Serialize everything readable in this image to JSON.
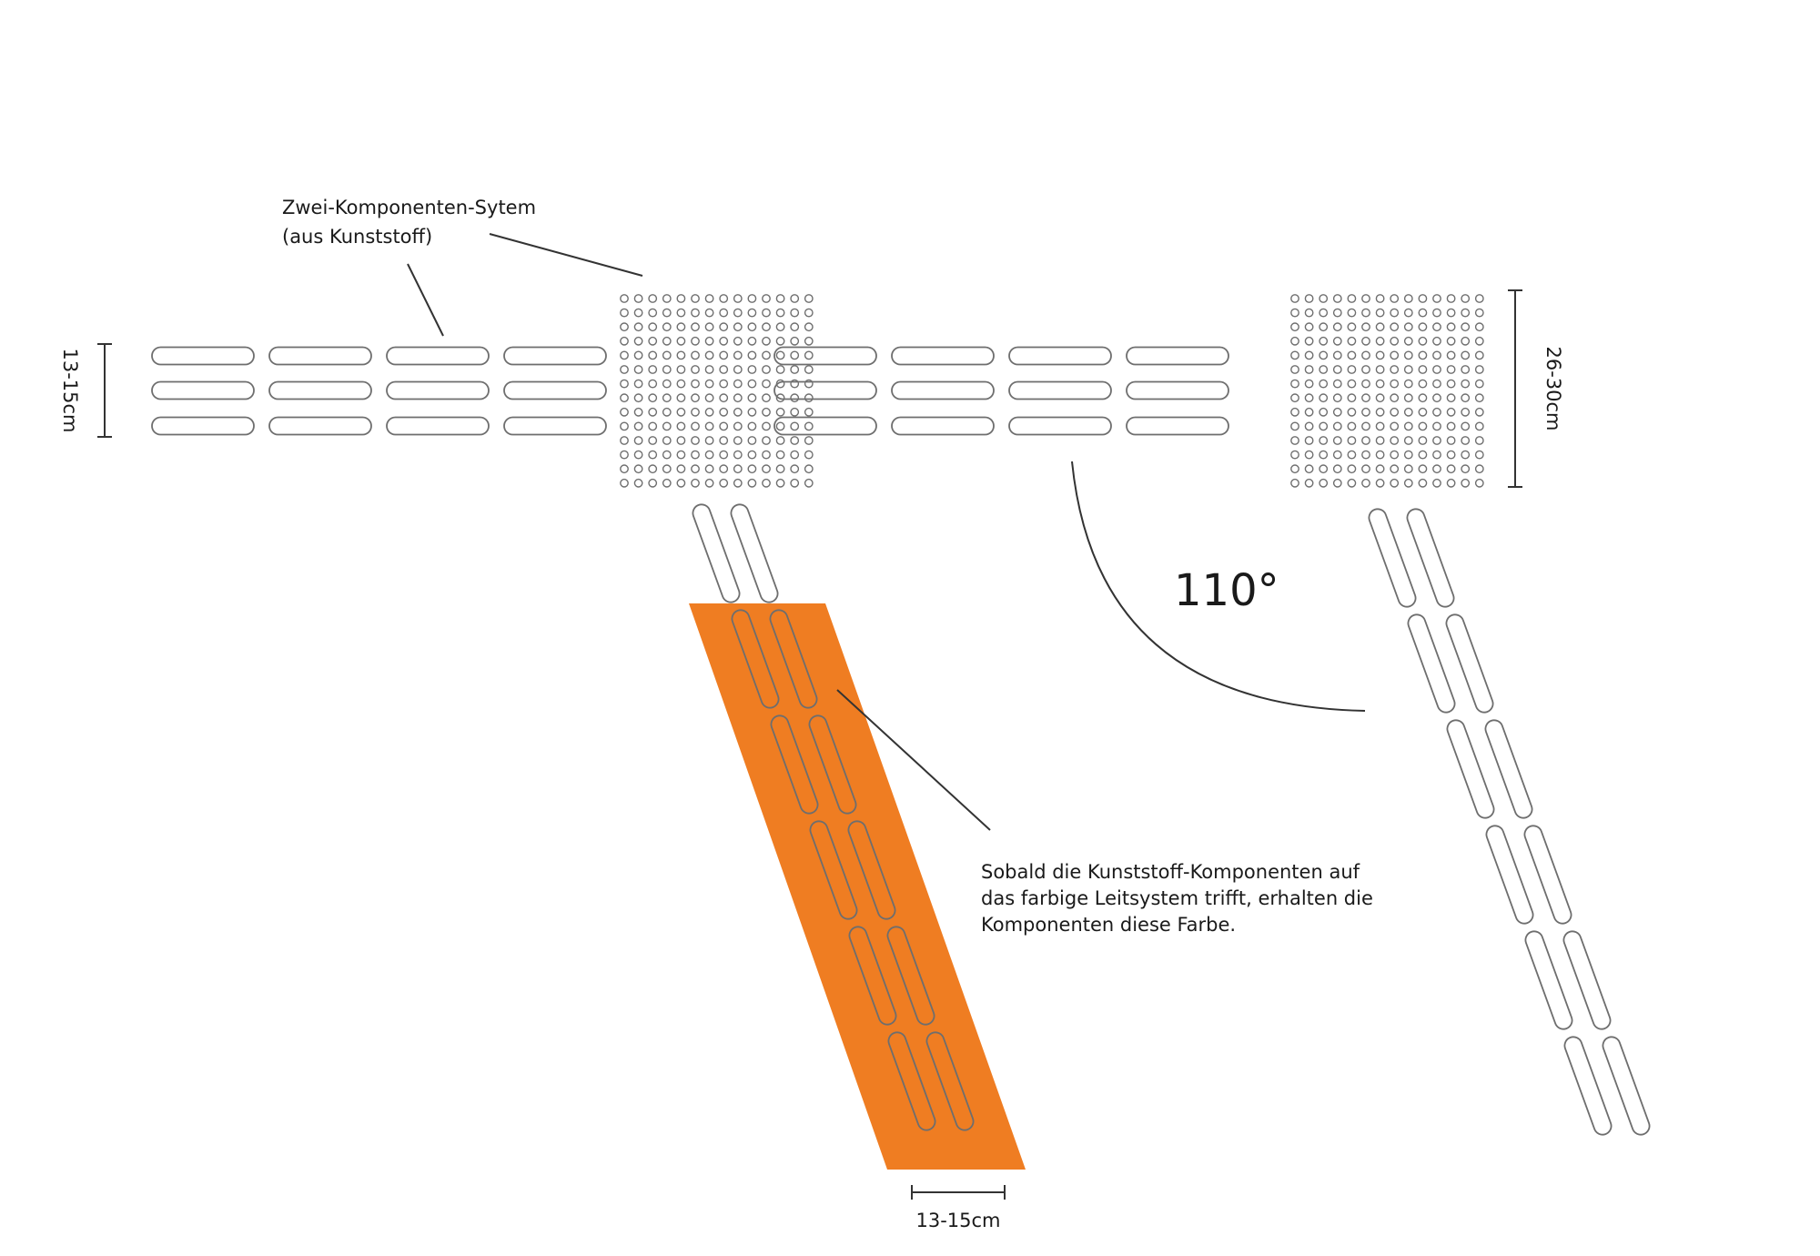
{
  "labels": {
    "system_line1": "Zwei-Komponenten-Sytem",
    "system_line2": "(aus Kunststoff)",
    "note_line1": "Sobald die Kunststoff-Komponenten auf",
    "note_line2": "das farbige Leitsystem trifft, erhalten die",
    "note_line3": "Komponenten diese Farbe.",
    "angle": "110°",
    "dim_left": "13-15cm",
    "dim_right": "26-30cm",
    "dim_bottom": "13-15cm"
  },
  "colors": {
    "accent": "#ef7d22",
    "stroke": "#6e6e6e",
    "line": "#333333"
  }
}
